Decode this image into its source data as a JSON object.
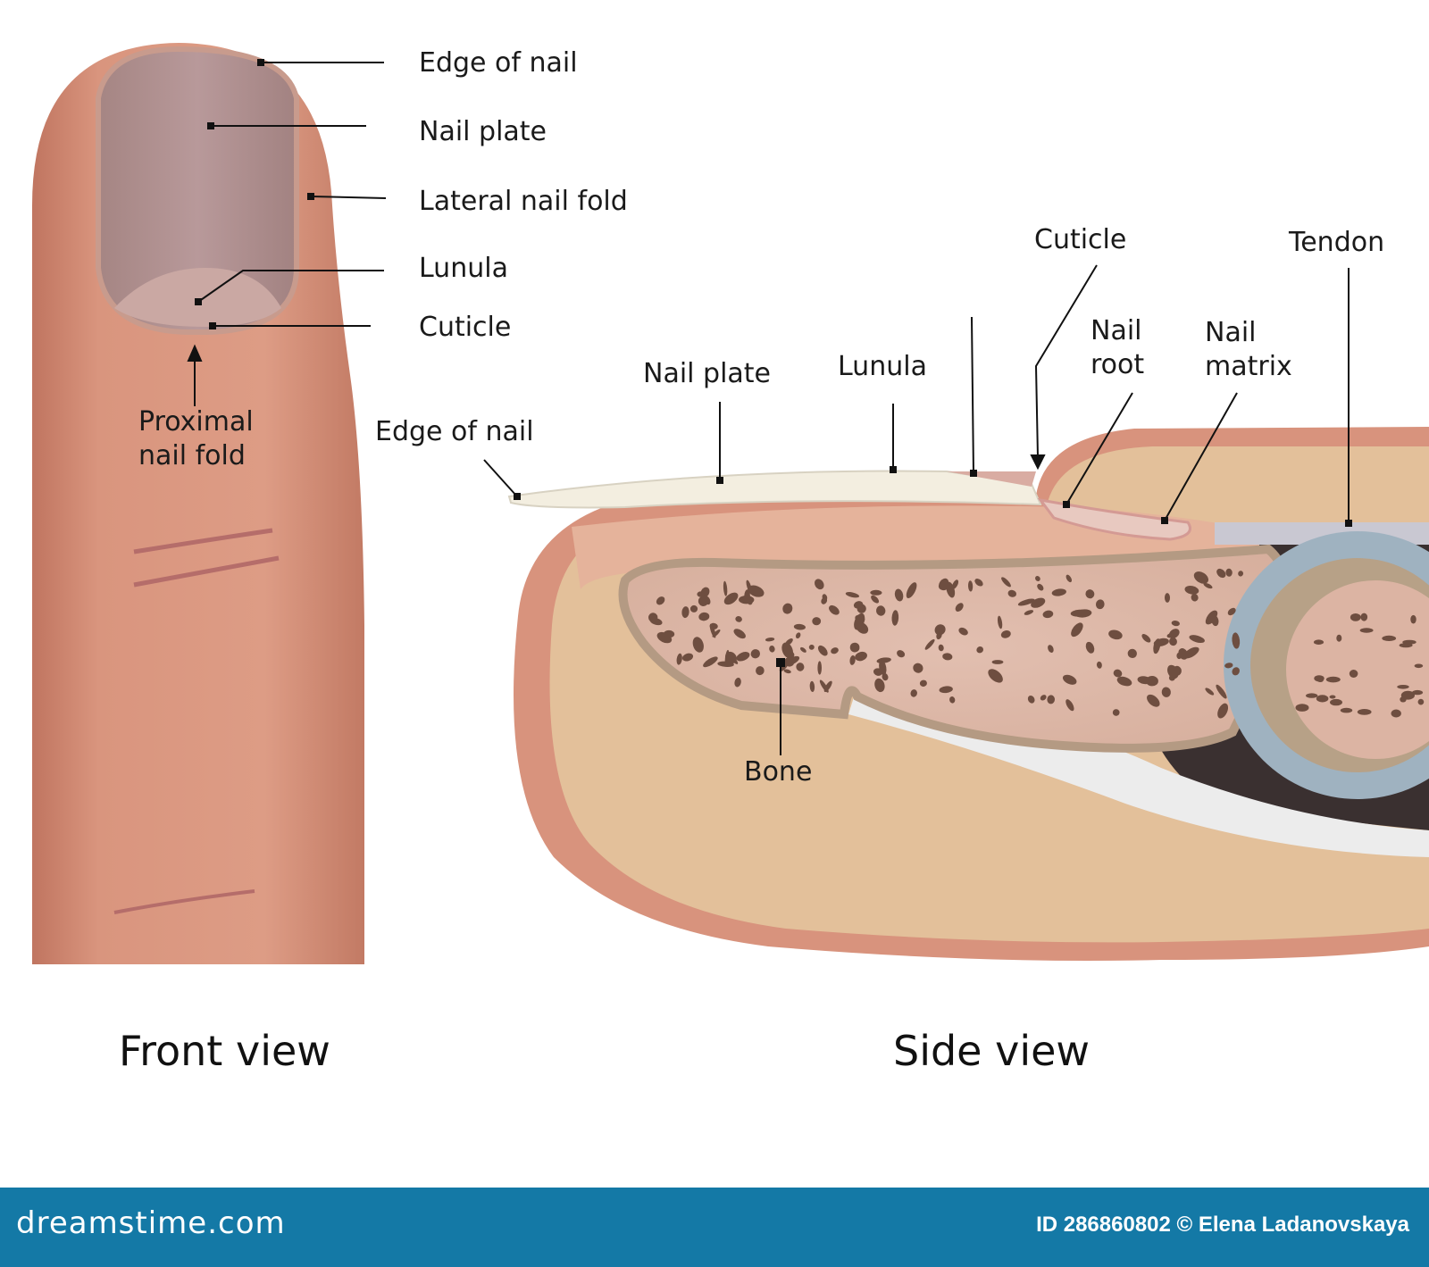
{
  "front": {
    "title": "Front view",
    "labels": {
      "edge_of_nail": "Edge of nail",
      "nail_plate": "Nail plate",
      "lateral_nail_fold": "Lateral nail fold",
      "lunula": "Lunula",
      "cuticle": "Cuticle",
      "proximal_nail_fold_line1": "Proximal",
      "proximal_nail_fold_line2": "nail fold"
    }
  },
  "side": {
    "title": "Side view",
    "labels": {
      "edge_of_nail": "Edge of nail",
      "nail_plate": "Nail plate",
      "lunula": "Lunula",
      "cuticle": "Cuticle",
      "nail_root_line1": "Nail",
      "nail_root_line2": "root",
      "nail_matrix_line1": "Nail",
      "nail_matrix_line2": "matrix",
      "tendon": "Tendon",
      "bone": "Bone"
    }
  },
  "footer": {
    "brand": "dreamstime.com",
    "credit": "ID 286860802 © Elena Ladanovskaya"
  },
  "colors": {
    "skin": "#d9957e",
    "skin_edge": "#c67a64",
    "nail": "#b08f8c",
    "lunula": "#caa8a3",
    "tissue": "#e4c19a",
    "bone": "#dcb4a3",
    "footer_bg": "#1479a6"
  }
}
